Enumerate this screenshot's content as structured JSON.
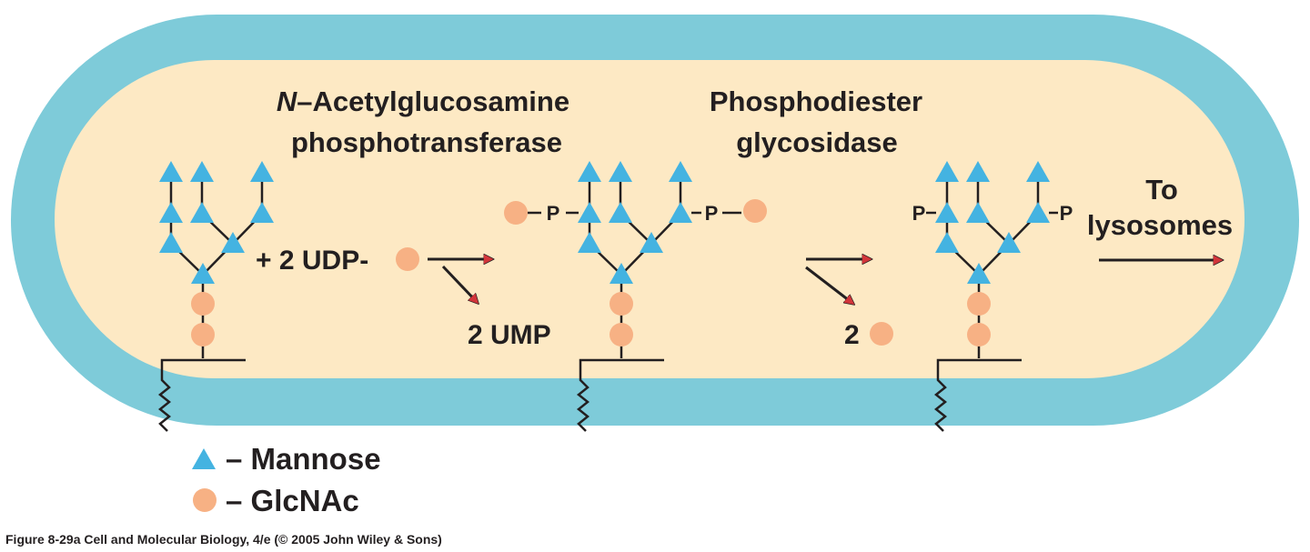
{
  "enzyme_1": {
    "line_1_italic": "N",
    "line_1_rest": "–Acetylglucosamine",
    "line_2": "phosphotransferase"
  },
  "enzyme_2": {
    "line_1": "Phosphodiester",
    "line_2": "glycosidase"
  },
  "reagent": "+ 2 UDP-",
  "product_1": "2 UMP",
  "product_2_count": "2",
  "phosphate": "P",
  "destination": {
    "line_1": "To",
    "line_2": "lysosomes"
  },
  "legend": {
    "mannose": "– Mannose",
    "glcnac": "– GlcNAc"
  },
  "caption": "Figure 8-29a  Cell and Molecular Biology, 4/e (© 2005 John Wiley & Sons)",
  "colors": {
    "membrane": "#7ecbd9",
    "lumen": "#fde9c4",
    "mannose": "#44b3e1",
    "glcnac": "#f7b184",
    "arrow": "#d2353a",
    "ink": "#231f20"
  },
  "icons": {
    "mannose": "blue-triangle",
    "glcnac": "orange-circle",
    "anchor": "zigzag-lipid"
  }
}
